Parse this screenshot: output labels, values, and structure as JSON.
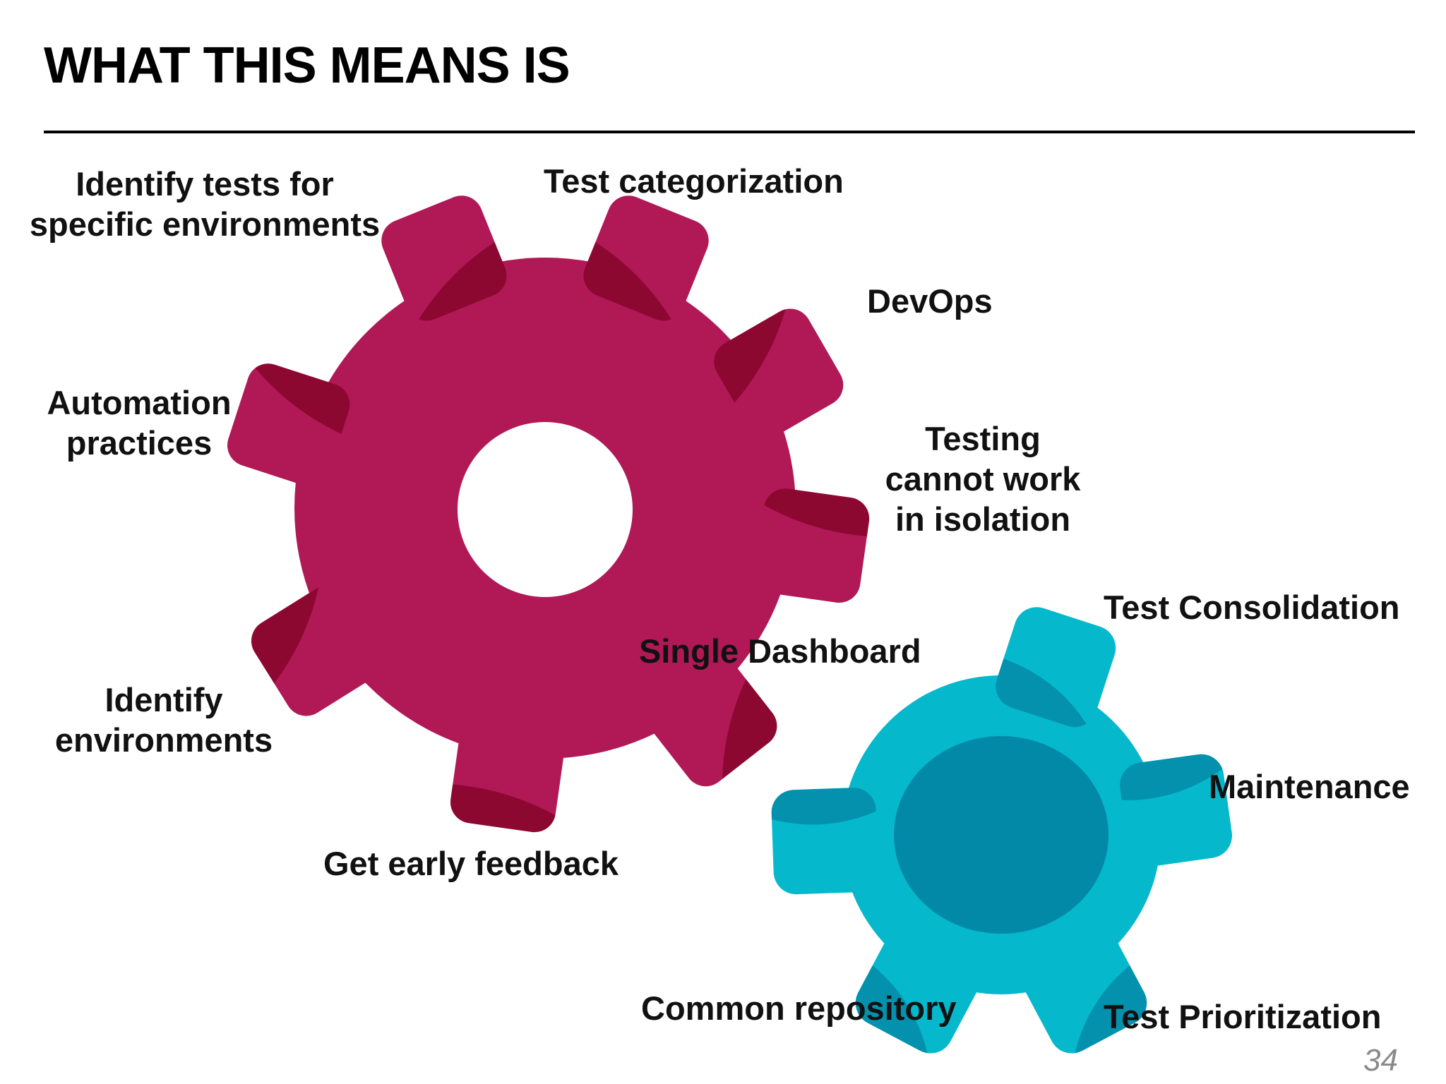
{
  "slide": {
    "title": "WHAT THIS MEANS IS",
    "page_number": "34"
  },
  "colors": {
    "large_gear": "#b01856",
    "large_gear_overlap": "#86062a",
    "small_gear": "#05b8cc",
    "small_gear_hub": "#0389a8",
    "text": "#111111",
    "rule": "#000000"
  },
  "labels": {
    "identify_tests": "Identify tests for\nspecific environments",
    "test_categorization": "Test categorization",
    "devops": "DevOps",
    "automation_practices": "Automation\npractices",
    "testing_isolation": "Testing\ncannot work\nin isolation",
    "test_consolidation": "Test Consolidation",
    "single_dashboard": "Single Dashboard",
    "identify_environments": "Identify\nenvironments",
    "maintenance": "Maintenance",
    "get_early_feedback": "Get early feedback",
    "common_repository": "Common repository",
    "test_prioritization": "Test Prioritization"
  }
}
